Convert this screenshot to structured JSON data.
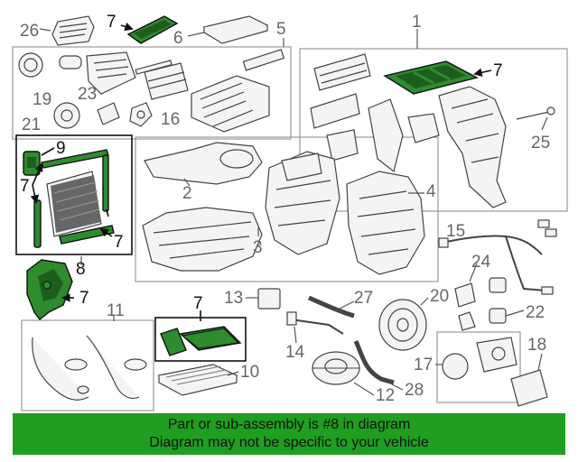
{
  "diagram": {
    "callouts": [
      "26",
      "7",
      "6",
      "5",
      "1",
      "7",
      "19",
      "23",
      "21",
      "16",
      "25",
      "9",
      "7",
      "2",
      "4",
      "3",
      "7",
      "15",
      "8",
      "7",
      "24",
      "11",
      "7",
      "13",
      "27",
      "20",
      "22",
      "14",
      "18",
      "17",
      "10",
      "12",
      "28"
    ],
    "highlight_color": "#2e8b2e",
    "banner_color": "#1f9e1f"
  },
  "banner": {
    "line1": "Part or sub-assembly is #8 in diagram",
    "line2": "Diagram may not be specific to your vehicle"
  }
}
